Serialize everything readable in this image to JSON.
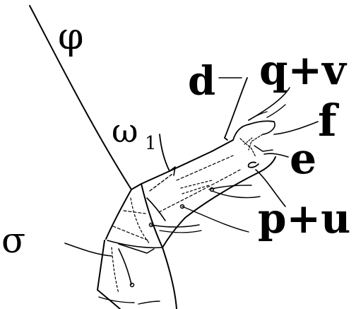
{
  "labels": {
    "phi": "φ",
    "omega": "ω",
    "omega_sub": "1",
    "sigma": "σ",
    "d": "d",
    "qv": "q+v",
    "f": "f",
    "e": "e",
    "pu": "p+u"
  },
  "colors": {
    "ink": "#000000",
    "background": "#ffffff"
  }
}
